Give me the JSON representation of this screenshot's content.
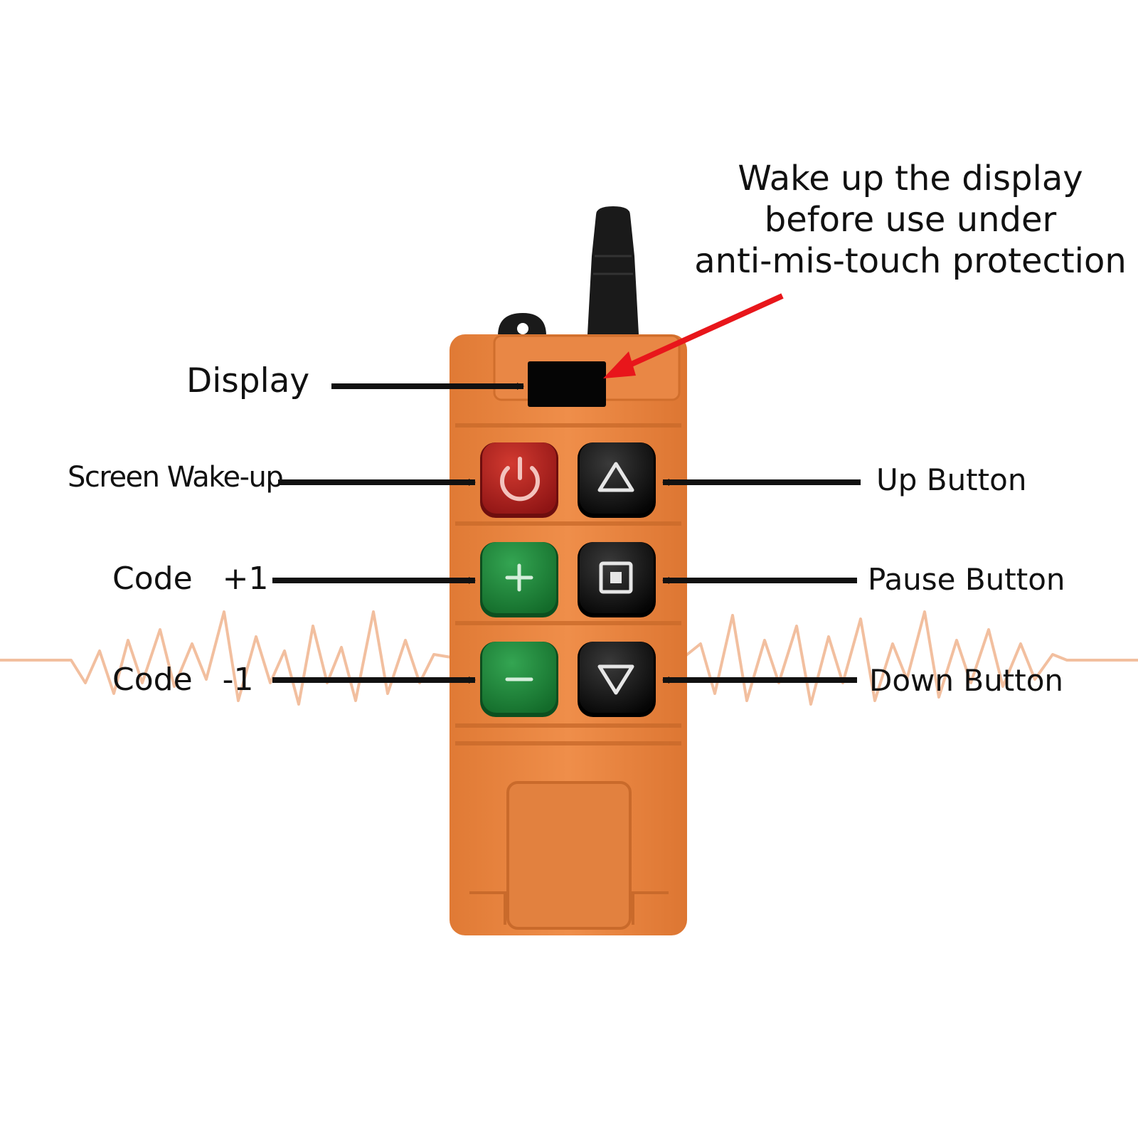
{
  "labels": {
    "display": "Display",
    "screen_wake_up": "Screen Wake-up",
    "code_plus": "Code   +1",
    "code_minus": "Code   -1",
    "up_button": "Up Button",
    "pause_button": "Pause Button",
    "down_button": "Down Button"
  },
  "note": {
    "lines": [
      "Wake up the display",
      "before use under",
      "anti-mis-touch protection"
    ]
  },
  "colors": {
    "body": "#ec8a45",
    "button_red": "#b3201f",
    "button_green": "#1f8a3a",
    "button_black": "#121212",
    "note_arrow": "#e8161b",
    "wave": "#f0b48e"
  },
  "buttons": [
    {
      "icon": "power-icon",
      "color": "red"
    },
    {
      "icon": "triangle-up-icon",
      "color": "black"
    },
    {
      "icon": "plus-icon",
      "color": "green"
    },
    {
      "icon": "stop-square-icon",
      "color": "black"
    },
    {
      "icon": "minus-icon",
      "color": "green"
    },
    {
      "icon": "triangle-down-icon",
      "color": "black"
    }
  ]
}
